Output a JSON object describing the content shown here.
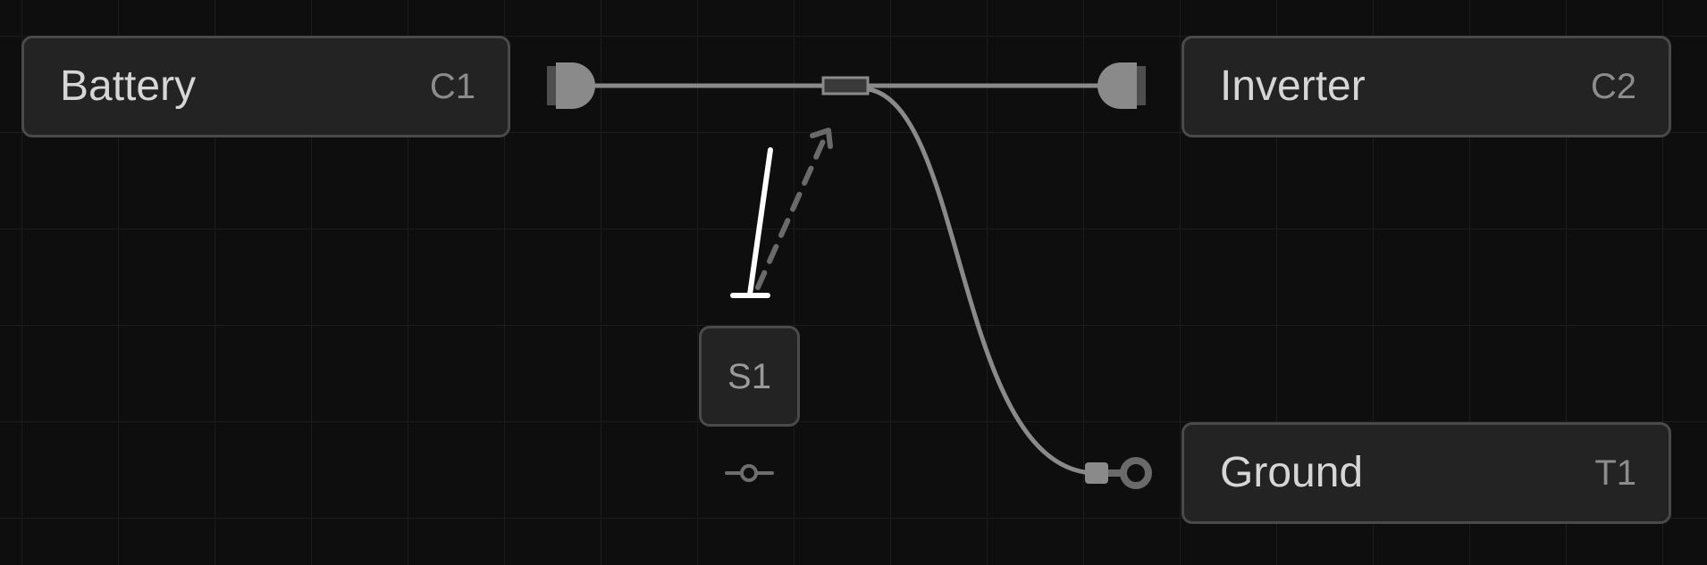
{
  "nodes": {
    "battery": {
      "name": "Battery",
      "ref": "C1"
    },
    "inverter": {
      "name": "Inverter",
      "ref": "C2"
    },
    "ground": {
      "name": "Ground",
      "ref": "T1"
    },
    "switch": {
      "ref": "S1"
    }
  },
  "colors": {
    "background": "#0e0e0e",
    "grid": "#1c1c1c",
    "node_fill": "#232323",
    "node_border": "#4a4a4a",
    "wire": "#8a8a8a",
    "switch_lever": "#ffffff",
    "dashed_arrow": "#6a6a6a"
  },
  "icons": {
    "battery_connector": "connector-plug-icon",
    "inverter_connector": "connector-plug-icon",
    "junction": "splice-junction-icon",
    "ground_terminal": "ring-terminal-icon",
    "switch_symbol": "open-switch-icon",
    "switch_contact": "switch-contact-icon"
  }
}
